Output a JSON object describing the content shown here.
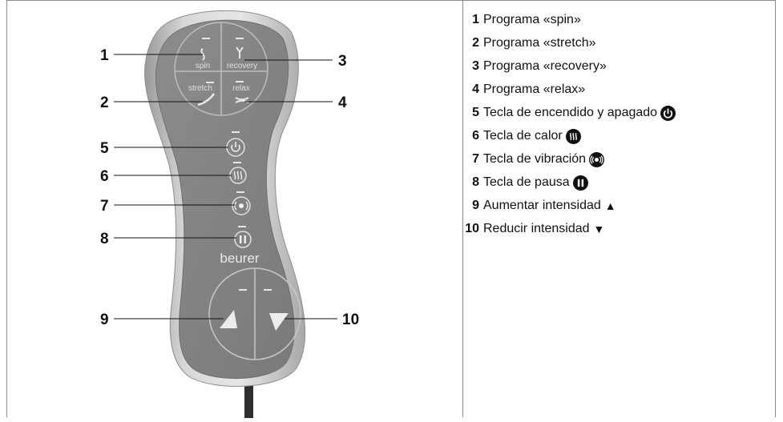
{
  "remote": {
    "brand": "beurer",
    "buttons": {
      "spin": "spin",
      "recovery": "recovery",
      "stretch": "stretch",
      "relax": "relax"
    }
  },
  "callouts": [
    "1",
    "2",
    "3",
    "4",
    "5",
    "6",
    "7",
    "8",
    "9",
    "10"
  ],
  "legend": [
    {
      "num": "1",
      "text": "Programa «spin»"
    },
    {
      "num": "2",
      "text": "Programa «stretch»"
    },
    {
      "num": "3",
      "text": "Programa «recovery»"
    },
    {
      "num": "4",
      "text": "Programa «relax»"
    },
    {
      "num": "5",
      "text": "Tecla de encendido y apagado",
      "icon": "power-icon"
    },
    {
      "num": "6",
      "text": "Tecla de calor",
      "icon": "heat-icon"
    },
    {
      "num": "7",
      "text": "Tecla de vibración",
      "icon": "vibration-icon"
    },
    {
      "num": "8",
      "text": "Tecla de pausa",
      "icon": "pause-icon"
    },
    {
      "num": "9",
      "text": "Aumentar intensidad",
      "symbol": "▲"
    },
    {
      "num": "10",
      "text": "Reducir intensidad",
      "symbol": "▼"
    }
  ]
}
